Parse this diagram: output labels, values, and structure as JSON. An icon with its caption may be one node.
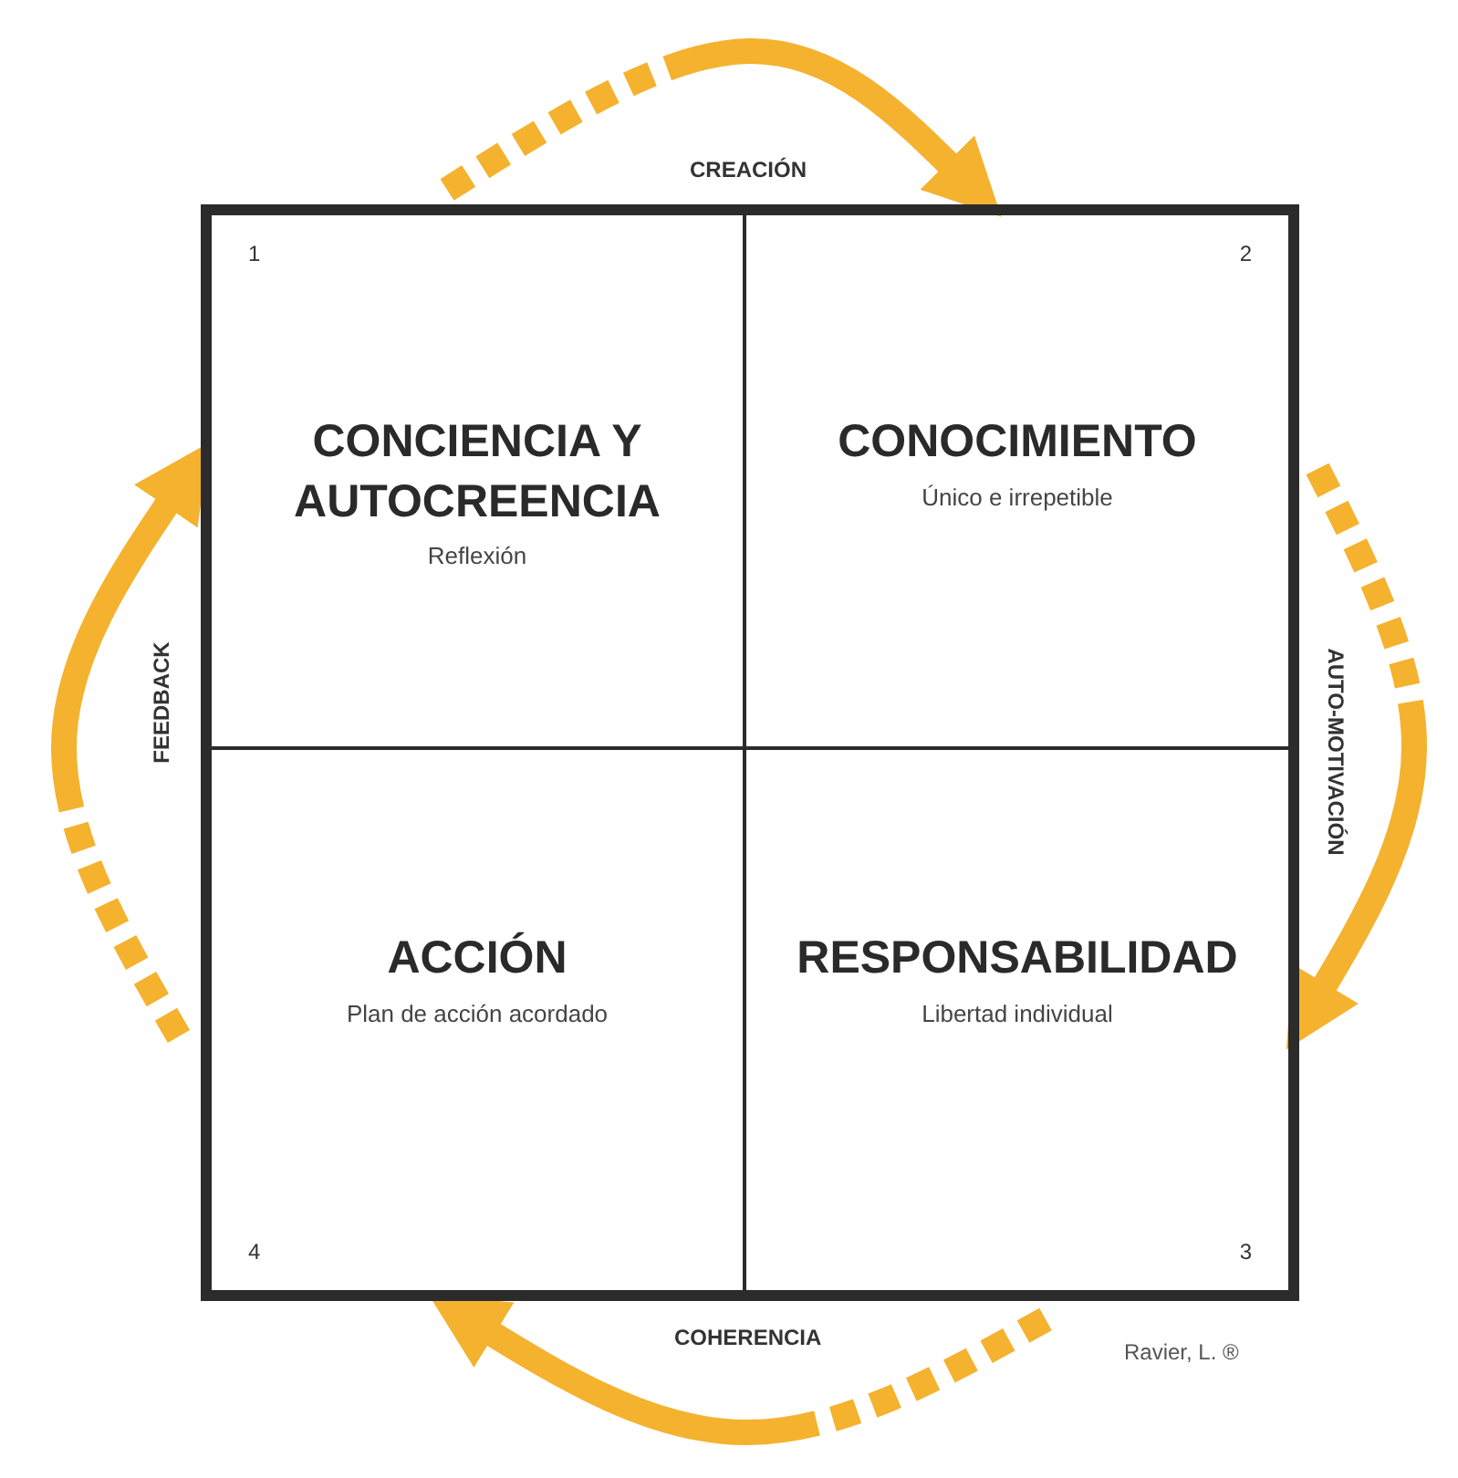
{
  "diagram": {
    "nodes": [
      {
        "text": [
          "1",
          "CONCIENCIA Y AUTOCREENCIA",
          "Reflexión"
        ]
      },
      {
        "text": [
          "2",
          "CONOCIMIENTO",
          "Único e irrepetible"
        ]
      },
      {
        "text": [
          "4",
          "ACCIÓN",
          "Plan de acción acordado"
        ]
      },
      {
        "text": [
          "3",
          "RESPONSABILIDAD",
          "Libertad individual"
        ]
      }
    ],
    "edges": [
      {
        "from": 0,
        "to": 1,
        "arrow": "to",
        "label": "CREACIÓN"
      },
      {
        "from": 1,
        "to": 3,
        "arrow": "to",
        "label": "AUTO-MOTIVACIÓN"
      },
      {
        "from": 3,
        "to": 2,
        "arrow": "to",
        "label": "COHERENCIA"
      },
      {
        "from": 2,
        "to": 0,
        "arrow": "to",
        "label": "FEEDBACK"
      }
    ],
    "labels": [
      "Ravier, L. ®"
    ]
  }
}
